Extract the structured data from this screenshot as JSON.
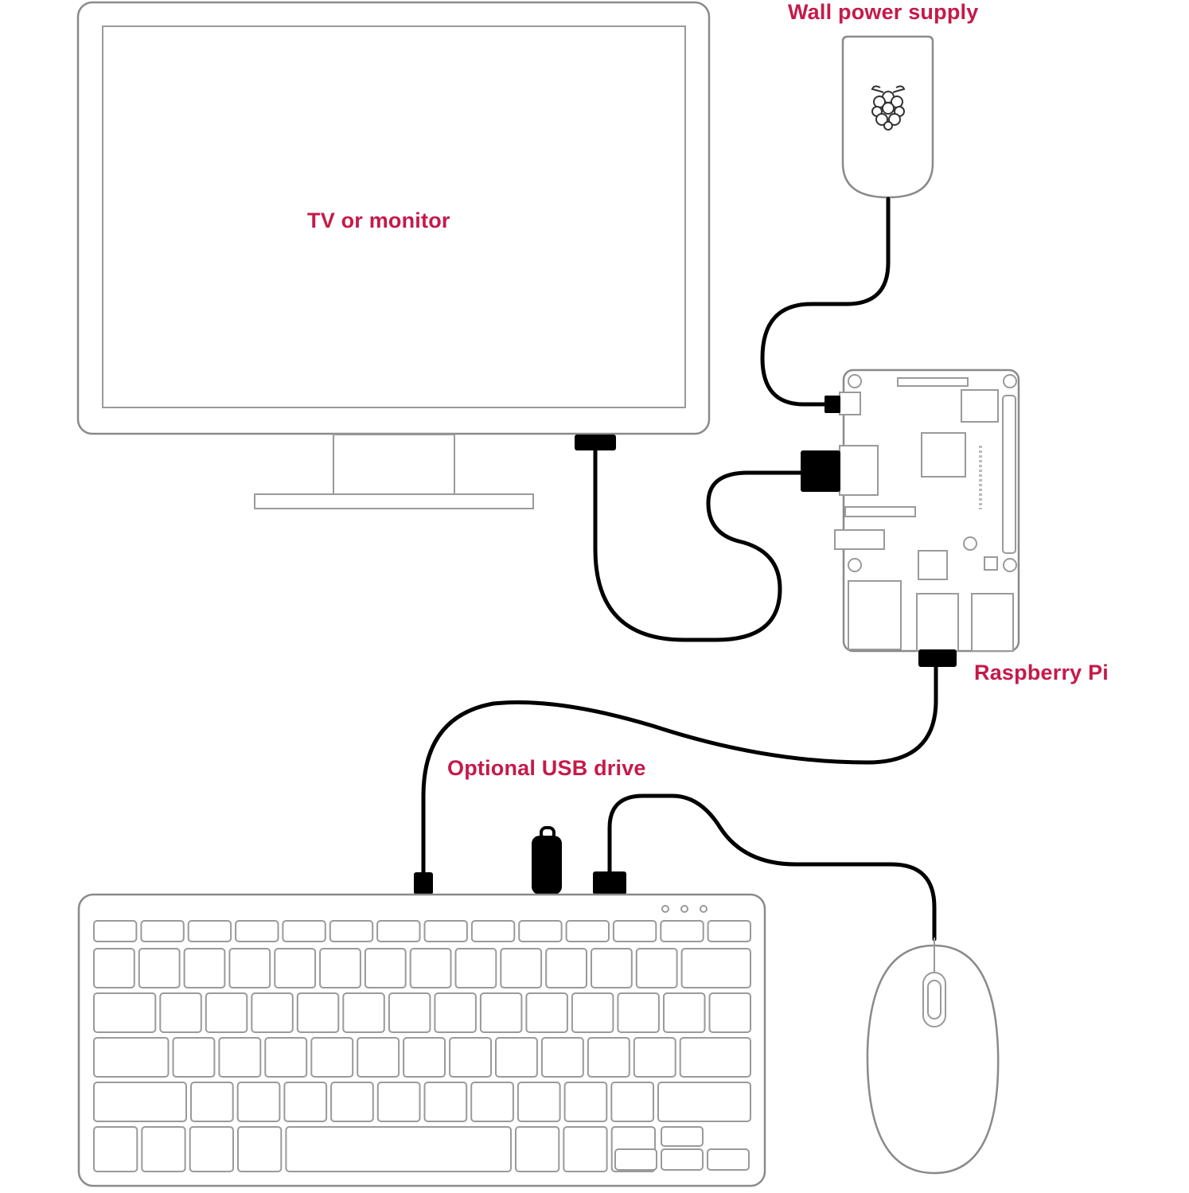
{
  "labels": {
    "monitor": "TV or monitor",
    "power_supply": "Wall power supply",
    "raspberry_pi": "Raspberry Pi",
    "usb_drive": "Optional USB drive"
  },
  "colors": {
    "label": "#c51a4a",
    "outline": "#8a8a8a",
    "cable": "#000000",
    "background": "#ffffff"
  },
  "icons": {
    "power_supply_logo": "raspberry-logo-icon"
  }
}
